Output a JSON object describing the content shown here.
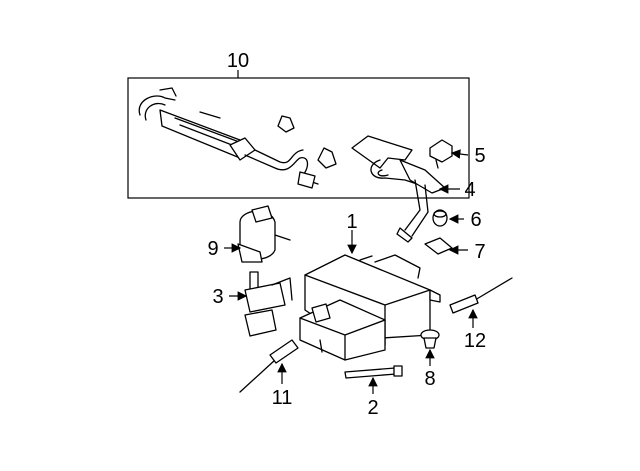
{
  "diagram": {
    "callouts": [
      {
        "id": "1",
        "label": "1"
      },
      {
        "id": "2",
        "label": "2"
      },
      {
        "id": "3",
        "label": "3"
      },
      {
        "id": "4",
        "label": "4"
      },
      {
        "id": "5",
        "label": "5"
      },
      {
        "id": "6",
        "label": "6"
      },
      {
        "id": "7",
        "label": "7"
      },
      {
        "id": "8",
        "label": "8"
      },
      {
        "id": "9",
        "label": "9"
      },
      {
        "id": "10",
        "label": "10"
      },
      {
        "id": "11",
        "label": "11"
      },
      {
        "id": "12",
        "label": "12"
      }
    ],
    "line_color": "#000000",
    "background": "#ffffff"
  }
}
